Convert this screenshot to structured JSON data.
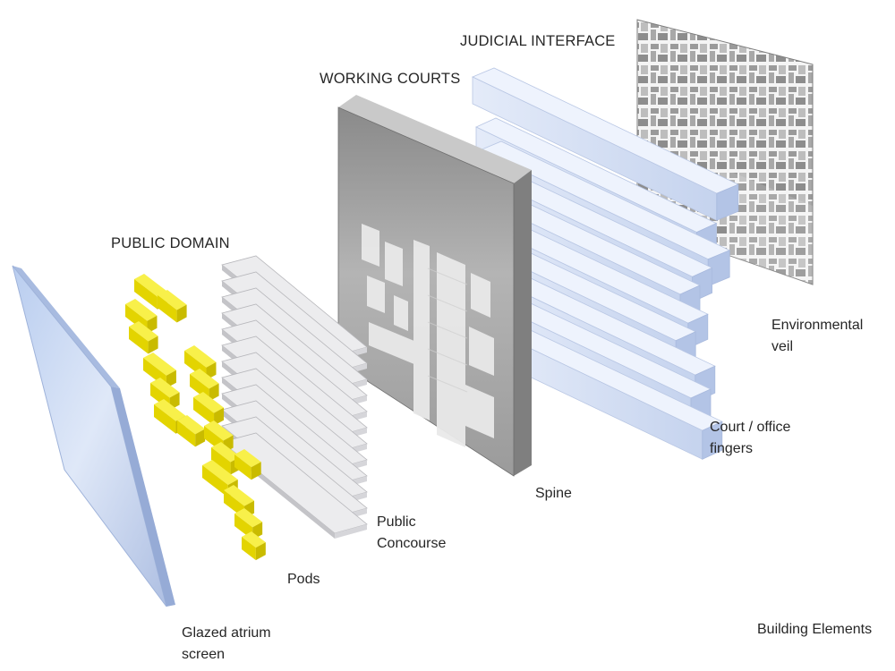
{
  "labels": {
    "judicial_interface": "JUDICIAL INTERFACE",
    "working_courts": "WORKING COURTS",
    "public_domain": "PUBLIC DOMAIN",
    "environmental_veil": [
      "Environmental",
      "veil"
    ],
    "court_office_fingers": [
      "Court / office",
      "fingers"
    ],
    "spine": "Spine",
    "public_concourse": [
      "Public",
      "Concourse"
    ],
    "pods": "Pods",
    "glazed_atrium_screen": [
      "Glazed atrium",
      "screen"
    ],
    "building_elements": "Building Elements"
  },
  "colors": {
    "glass": "#c9d9f2",
    "pods": "#f2ea1b",
    "concourse": "#e7e7e9",
    "spine": "#9d9d9d",
    "fingers": "#d7e1f6",
    "veil": "#9a9a9a",
    "text": "#262626"
  }
}
